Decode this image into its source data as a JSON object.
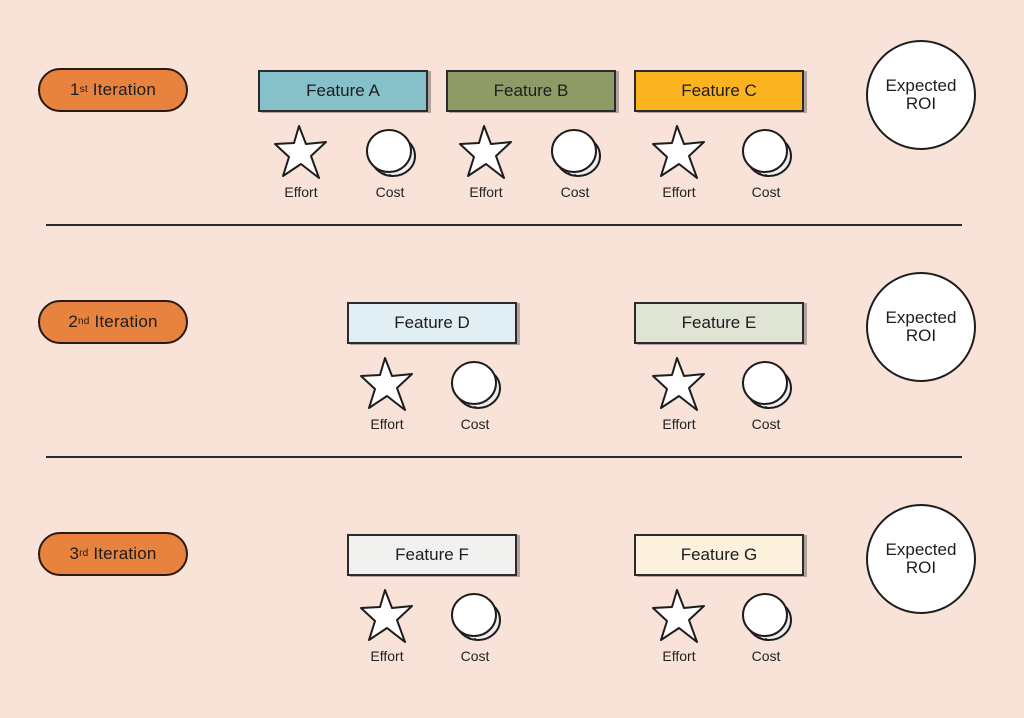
{
  "rows": [
    {
      "iteration": {
        "number": "1",
        "suffix": "st",
        "label": "Iteration"
      },
      "roi": "Expected\nROI",
      "features": [
        {
          "label": "Feature A",
          "color": "#86c0c9"
        },
        {
          "label": "Feature B",
          "color": "#8f9b66"
        },
        {
          "label": "Feature C",
          "color": "#fbb31f"
        }
      ]
    },
    {
      "iteration": {
        "number": "2",
        "suffix": "nd",
        "label": "Iteration"
      },
      "roi": "Expected\nROI",
      "features": [
        {
          "label": "Feature D",
          "color": "#e1eef3"
        },
        {
          "label": "Feature E",
          "color": "#dfe4d4"
        }
      ]
    },
    {
      "iteration": {
        "number": "3",
        "suffix": "rd",
        "label": "Iteration"
      },
      "roi": "Expected\nROI",
      "features": [
        {
          "label": "Feature F",
          "color": "#f1f1ef"
        },
        {
          "label": "Feature G",
          "color": "#fbf1dc"
        }
      ]
    }
  ],
  "labels": {
    "effort": "Effort",
    "cost": "Cost"
  },
  "icons": {
    "effort": "star-icon",
    "cost": "coin-icon"
  },
  "colors": {
    "background": "#f9e3d9",
    "iteration_pill": "#e8823f"
  }
}
